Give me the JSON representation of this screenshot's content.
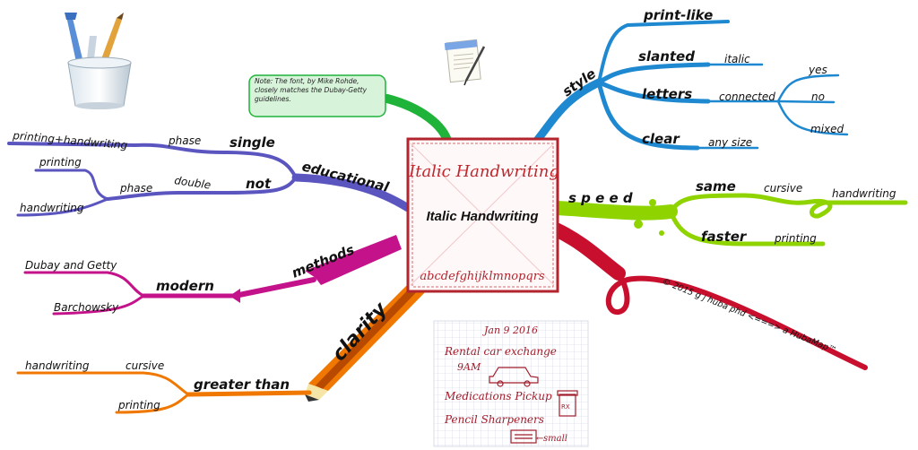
{
  "central": {
    "title": "Italic Handwriting",
    "script_title": "Italic Handwriting",
    "alphabet": "abcdefghijklmnopqrs"
  },
  "note": "Note: The font, by Mike Rohde, closely matches the Dubay-Getty guidelines.",
  "branches": {
    "style": {
      "label": "style",
      "color": "#1e88d0",
      "print_like": "print-like",
      "slanted": "slanted",
      "italic": "italic",
      "letters": "letters",
      "connected": "connected",
      "yes": "yes",
      "no": "no",
      "mixed": "mixed",
      "clear": "clear",
      "any_size": "any size"
    },
    "speed": {
      "label": "s p e e d",
      "color": "#8fd400",
      "same": "same",
      "cursive": "cursive",
      "handwriting": "handwriting",
      "faster": "faster",
      "printing": "printing"
    },
    "credit": {
      "text": "© 2015 g j huba phd <===> a HubaMap™",
      "color": "#c8102e"
    },
    "educational": {
      "label": "educational",
      "color": "#5b55c0",
      "single": "single",
      "phase1": "phase",
      "printing_handwriting": "printing+handwriting",
      "not": "not",
      "double": "double",
      "phase2": "phase",
      "printing": "printing",
      "handwriting": "handwriting"
    },
    "methods": {
      "label": "methods",
      "color": "#c4128a",
      "modern": "modern",
      "dubay": "Dubay and Getty",
      "barchowsky": "Barchowsky"
    },
    "clarity": {
      "label": "clarity",
      "color": "#f07800",
      "greater_than": "greater than",
      "cursive": "cursive",
      "handwriting": "handwriting",
      "printing": "printing"
    }
  },
  "notepad": {
    "date": "Jan 9 2016",
    "line1": "Rental car exchange",
    "line2": "9AM",
    "line3": "Medications Pickup",
    "line4": "Pencil Sharpeners",
    "rx": "RX",
    "small": "small"
  }
}
